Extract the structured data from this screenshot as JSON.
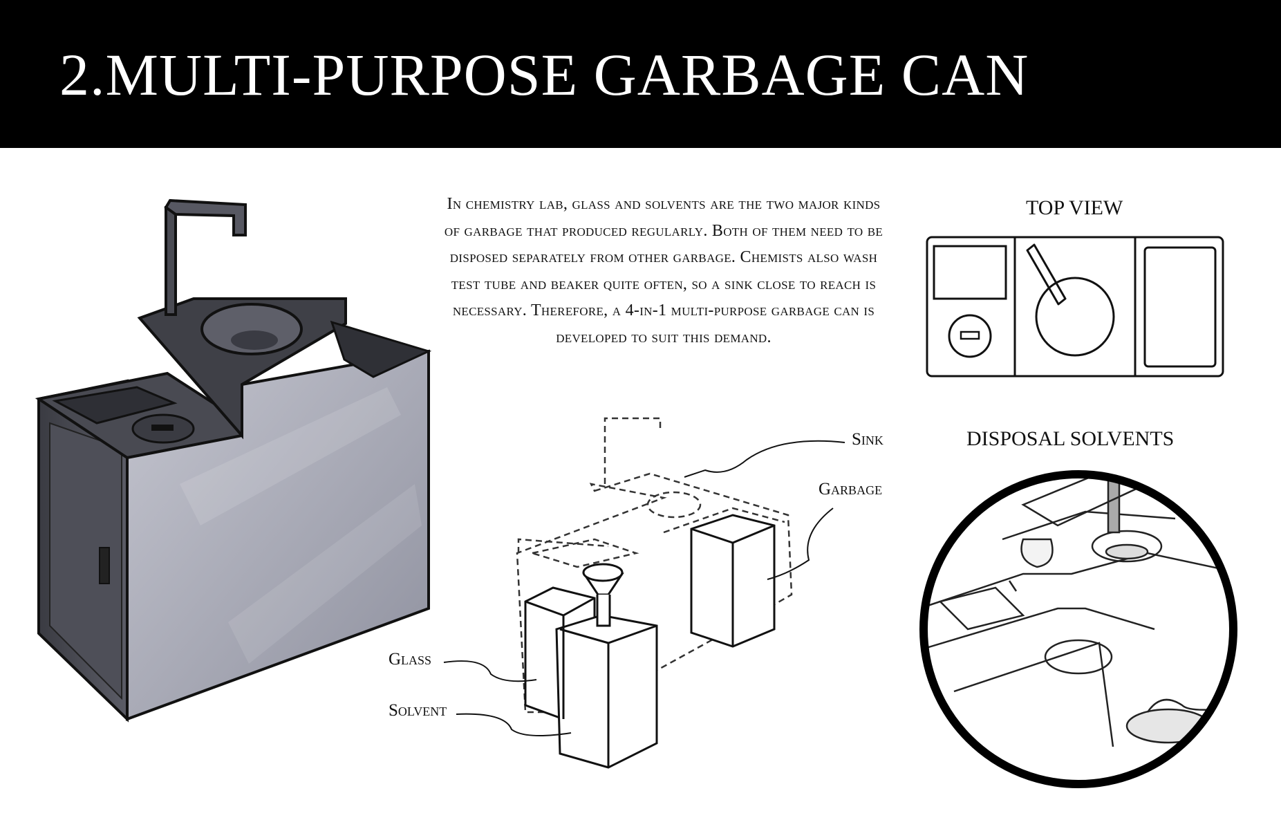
{
  "title": "2.MULTI-PURPOSE  GARBAGE CAN",
  "intro_text": "In chemistry lab, glass and solvents are the two major kinds of garbage that produced regularly. Both of them need to be disposed separately from other garbage. Chemists also wash test tube and beaker quite often,   so a sink close to reach is necessary.  Therefore, a 4-in-1 multi-purpose garbage can is developed to suit this demand.",
  "top_view": {
    "heading": "TOP VIEW"
  },
  "disposal": {
    "heading": "DISPOSAL SOLVENTS"
  },
  "callouts": {
    "sink": "Sink",
    "garbage": "Garbage",
    "glass": "Glass",
    "solvent": "Solvent"
  },
  "colors": {
    "banner": "#000000",
    "body_fill": "#a9abb8",
    "ink": "#111111"
  }
}
